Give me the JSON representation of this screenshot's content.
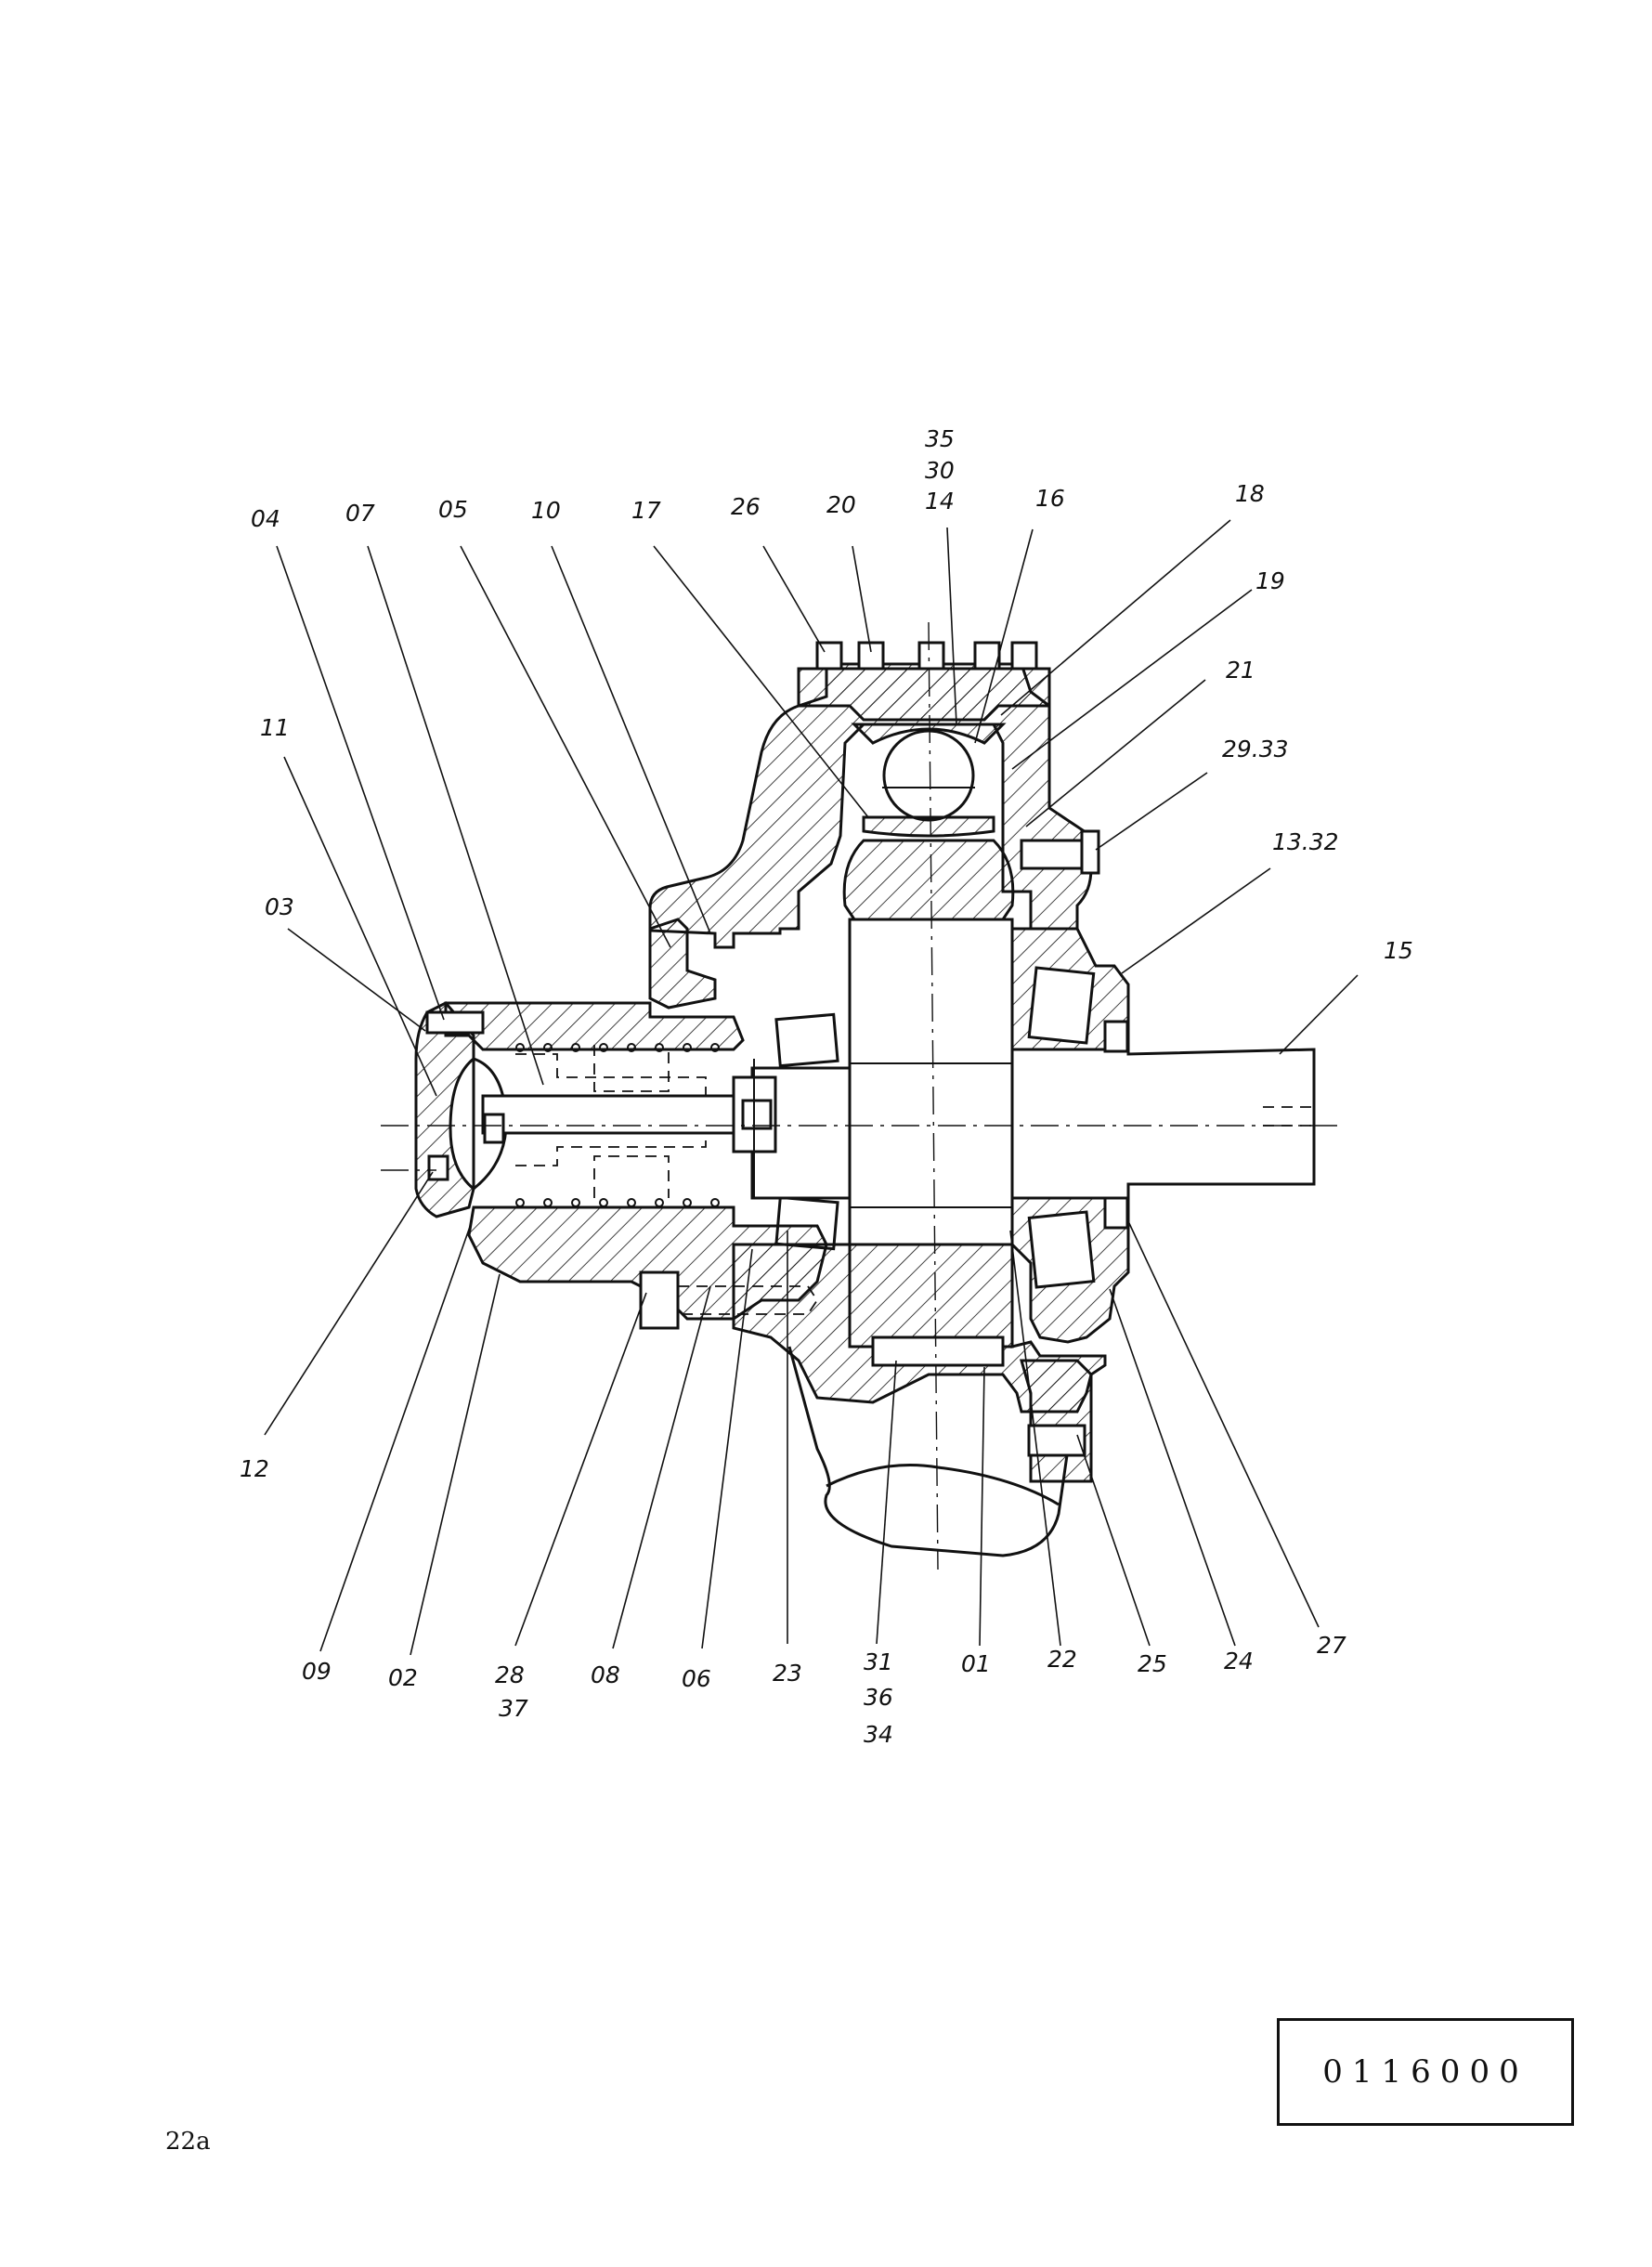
{
  "drawing": {
    "number": "0116000",
    "page_ref": "22a"
  },
  "labels": {
    "top": [
      "04",
      "07",
      "05",
      "10",
      "17",
      "26",
      "20",
      "35",
      "30",
      "14",
      "16",
      "18",
      "19",
      "21",
      "29.33",
      "13.32",
      "15"
    ],
    "left": [
      "11",
      "03",
      "12"
    ],
    "bottom": [
      "09",
      "02",
      "28",
      "37",
      "08",
      "06",
      "23",
      "31",
      "36",
      "34",
      "01",
      "22",
      "25",
      "24",
      "27"
    ]
  }
}
